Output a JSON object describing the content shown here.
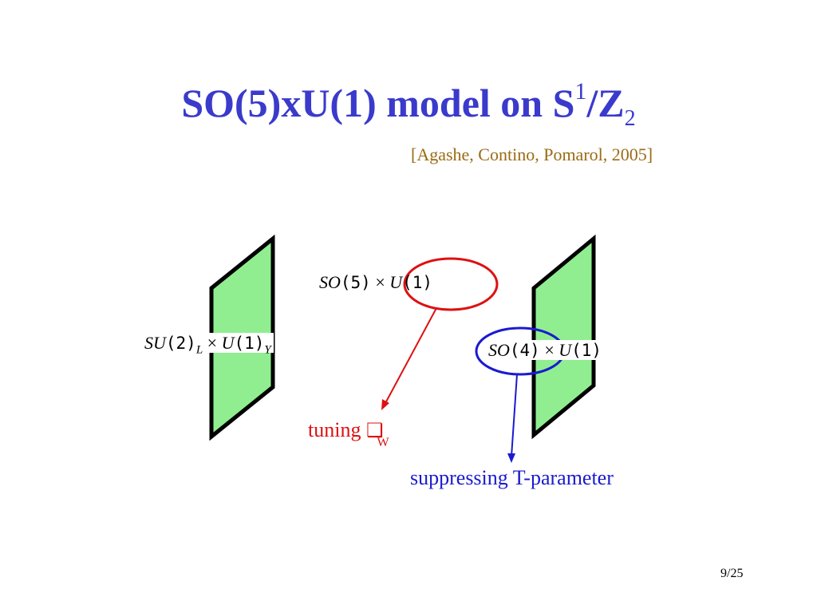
{
  "slide": {
    "title_main": "SO(5)xU(1) model on S",
    "title_sup": "1",
    "title_mid": "/Z",
    "title_sub": "2",
    "citation": "[Agashe, Contino, Pomarol, 2005]",
    "page_number": "9/25"
  },
  "labels": {
    "left_brane": {
      "su": "SU",
      "two": "(2)",
      "L": "L",
      "times": "×",
      "u": "U",
      "one": "(1)",
      "Y": "Y"
    },
    "bulk": {
      "so": "SO",
      "five": "(5)",
      "times": "×",
      "u": "U",
      "one": "(1)"
    },
    "right_brane": {
      "so": "SO",
      "four": "(4)",
      "times": "×",
      "u": "U",
      "one": "(1)"
    },
    "tuning": {
      "text": "tuning ",
      "symbol": "❑",
      "sub": "W"
    },
    "suppressing": "suppressing T-parameter"
  },
  "colors": {
    "title": "#3a3acc",
    "citation": "#9a6b14",
    "brane_fill": "#90ee90",
    "red": "#dd1111",
    "blue": "#1a1ad0"
  }
}
